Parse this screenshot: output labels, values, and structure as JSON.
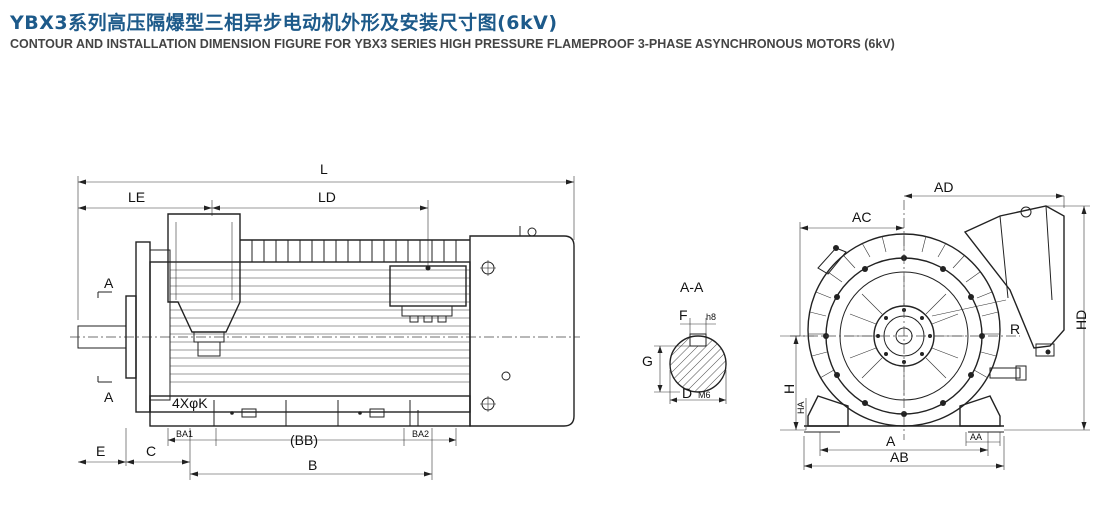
{
  "title": {
    "cn": "YBX3系列高压隔爆型三相异步电动机外形及安装尺寸图(6kV)",
    "en": "CONTOUR AND INSTALLATION DIMENSION FIGURE FOR YBX3 SERIES HIGH PRESSURE  FLAMEPROOF 3-PHASE ASYNCHRONOUS MOTORS (6kV)"
  },
  "side_view": {
    "labels": {
      "L": "L",
      "LE": "LE",
      "LD": "LD",
      "section_a_top": "A",
      "section_a_bottom": "A",
      "E": "E",
      "C": "C",
      "BA1": "BA1",
      "BB": "(BB)",
      "BA2": "BA2",
      "B": "B",
      "K": "4XφK"
    }
  },
  "section_view": {
    "title": "A-A",
    "labels": {
      "F": "F",
      "h8": "h8",
      "G": "G",
      "D": "D",
      "M6": "M6"
    }
  },
  "end_view": {
    "labels": {
      "AD": "AD",
      "AC": "AC",
      "R": "R",
      "HD": "HD",
      "H": "H",
      "HA": "HA",
      "A": "A",
      "AA": "AA",
      "AB": "AB"
    }
  }
}
